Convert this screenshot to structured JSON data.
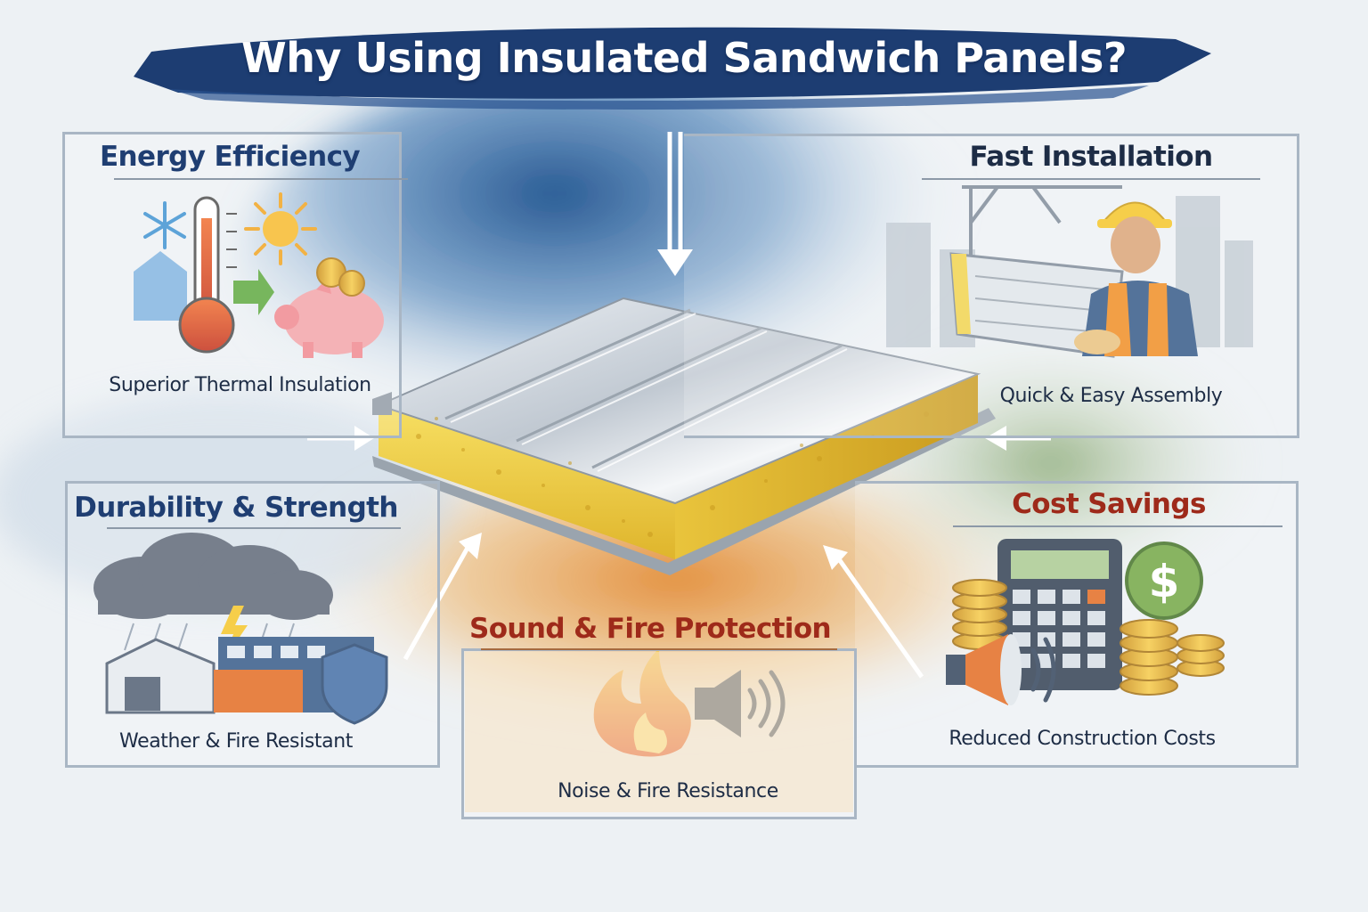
{
  "title": "Why Using Insulated Sandwich Panels?",
  "colors": {
    "title_banner": "#1d3d72",
    "panel_border": "#a9b6c4",
    "heading_blue": "#1f3e72",
    "heading_red": "#9e2a1a",
    "insulation_core": "#f1d24a",
    "steel": "#c4ccd5"
  },
  "benefits": [
    {
      "heading": "Energy Efficiency",
      "caption": "Superior Thermal Insulation",
      "icons": [
        "snowflake-icon",
        "thermometer-icon",
        "sun-icon",
        "piggy-bank-icon",
        "house-icon",
        "arrow-icon"
      ]
    },
    {
      "heading": "Fast Installation",
      "caption": "Quick & Easy Assembly",
      "icons": [
        "worker-icon",
        "crane-icon",
        "panel-icon"
      ]
    },
    {
      "heading": "Durability & Strength",
      "caption": "Weather & Fire Resistant",
      "icons": [
        "storm-cloud-icon",
        "lightning-icon",
        "building-icon",
        "shield-icon"
      ]
    },
    {
      "heading": "Cost Savings",
      "caption": "Reduced Construction Costs",
      "icons": [
        "calculator-icon",
        "dollar-coin-icon",
        "coin-stack-icon",
        "megaphone-icon"
      ]
    },
    {
      "heading": "Sound & Fire Protection",
      "caption": "Noise & Fire Resistance",
      "icons": [
        "flame-icon",
        "speaker-icon"
      ]
    }
  ],
  "calculator_symbols": {
    "dollar": "$"
  }
}
